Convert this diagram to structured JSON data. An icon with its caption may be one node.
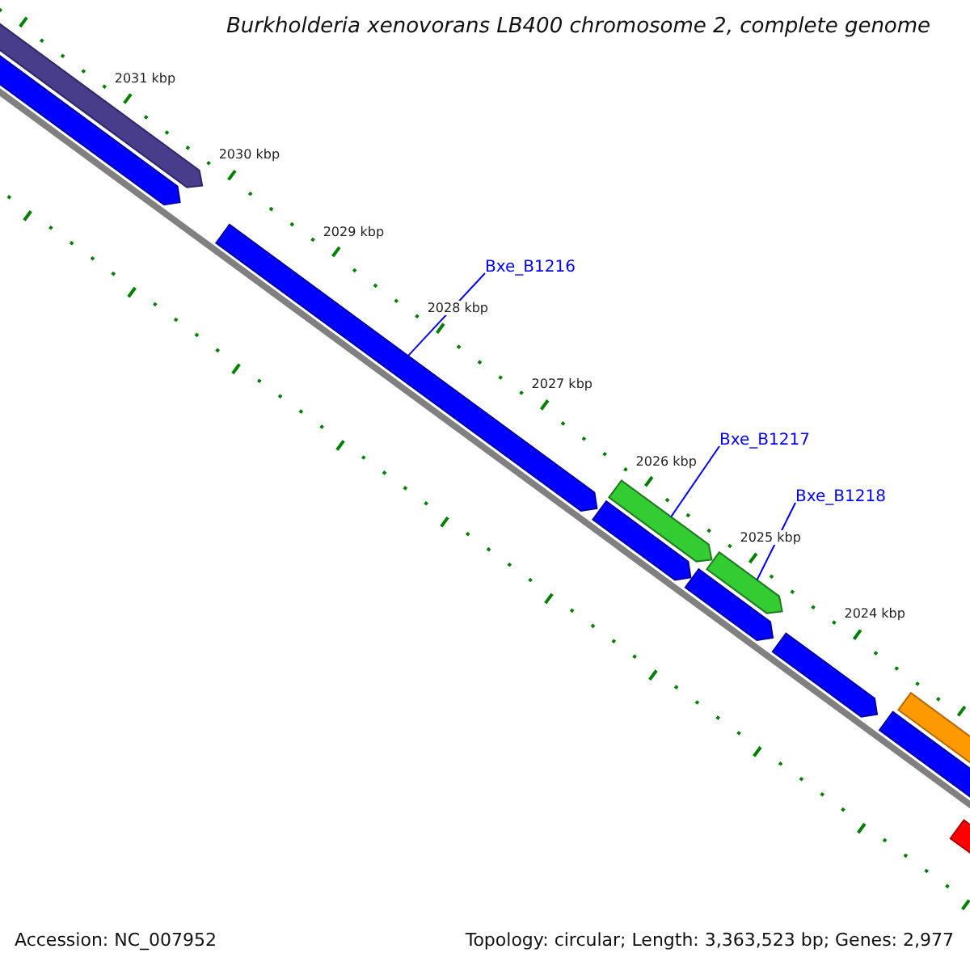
{
  "diagram": {
    "title": "Burkholderia xenovorans LB400 chromosome 2, complete genome",
    "nodes": [
      {
        "text": [
          "Bxe_B1216"
        ]
      },
      {
        "text": [],
        "shape": "bar"
      },
      {
        "text": [
          "Bxe_B1217"
        ]
      },
      {
        "text": [],
        "shape": "bar"
      },
      {
        "text": [
          "Bxe_B1218"
        ]
      },
      {
        "text": [],
        "shape": "bar"
      }
    ],
    "edges": [
      {
        "from": 0,
        "to": 1,
        "arrow": "none"
      },
      {
        "from": 2,
        "to": 3,
        "arrow": "none"
      },
      {
        "from": 4,
        "to": 5,
        "arrow": "none"
      }
    ],
    "labels": [
      "2031 kbp",
      "2030 kbp",
      "2029 kbp",
      "2028 kbp",
      "2027 kbp",
      "2026 kbp",
      "2025 kbp",
      "2024 kbp",
      "Accession: NC_007952",
      "Topology: circular; Length: 3,363,523 bp; Genes: 2,977"
    ]
  }
}
